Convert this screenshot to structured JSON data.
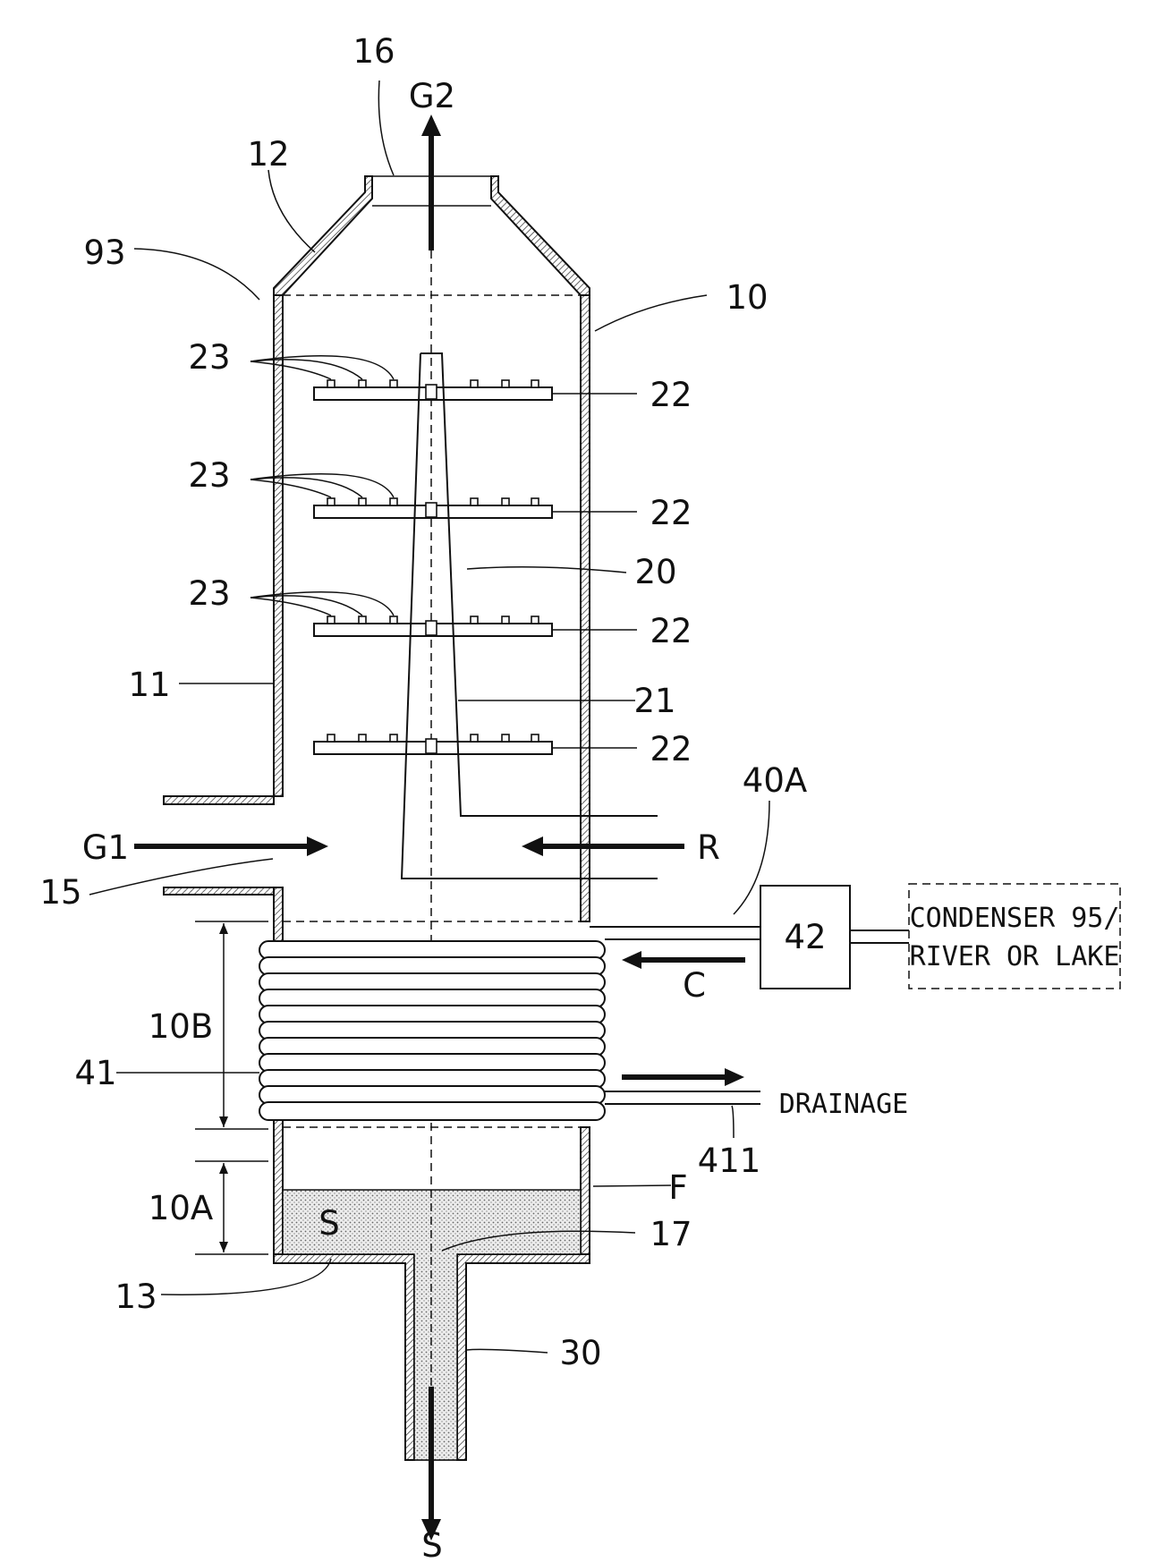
{
  "labels": {
    "ref_16": "16",
    "ref_12": "12",
    "ref_93": "93",
    "ref_10": "10",
    "ref_23a": "23",
    "ref_23b": "23",
    "ref_23c": "23",
    "ref_22a": "22",
    "ref_22b": "22",
    "ref_22c": "22",
    "ref_22d": "22",
    "ref_20": "20",
    "ref_21": "21",
    "ref_11": "11",
    "ref_40A": "40A",
    "ref_15": "15",
    "ref_42": "42",
    "ref_10B": "10B",
    "ref_41": "41",
    "ref_411": "411",
    "ref_10A": "10A",
    "ref_13": "13",
    "ref_17": "17",
    "ref_30": "30",
    "stream_G2": "G2",
    "stream_G1": "G1",
    "stream_R": "R",
    "stream_C": "C",
    "stream_F": "F",
    "stream_S_inner": "S",
    "stream_S_out": "S",
    "drainage": "DRAINAGE",
    "condenser_line1": "CONDENSER 95/",
    "condenser_line2": "RIVER OR LAKE"
  }
}
